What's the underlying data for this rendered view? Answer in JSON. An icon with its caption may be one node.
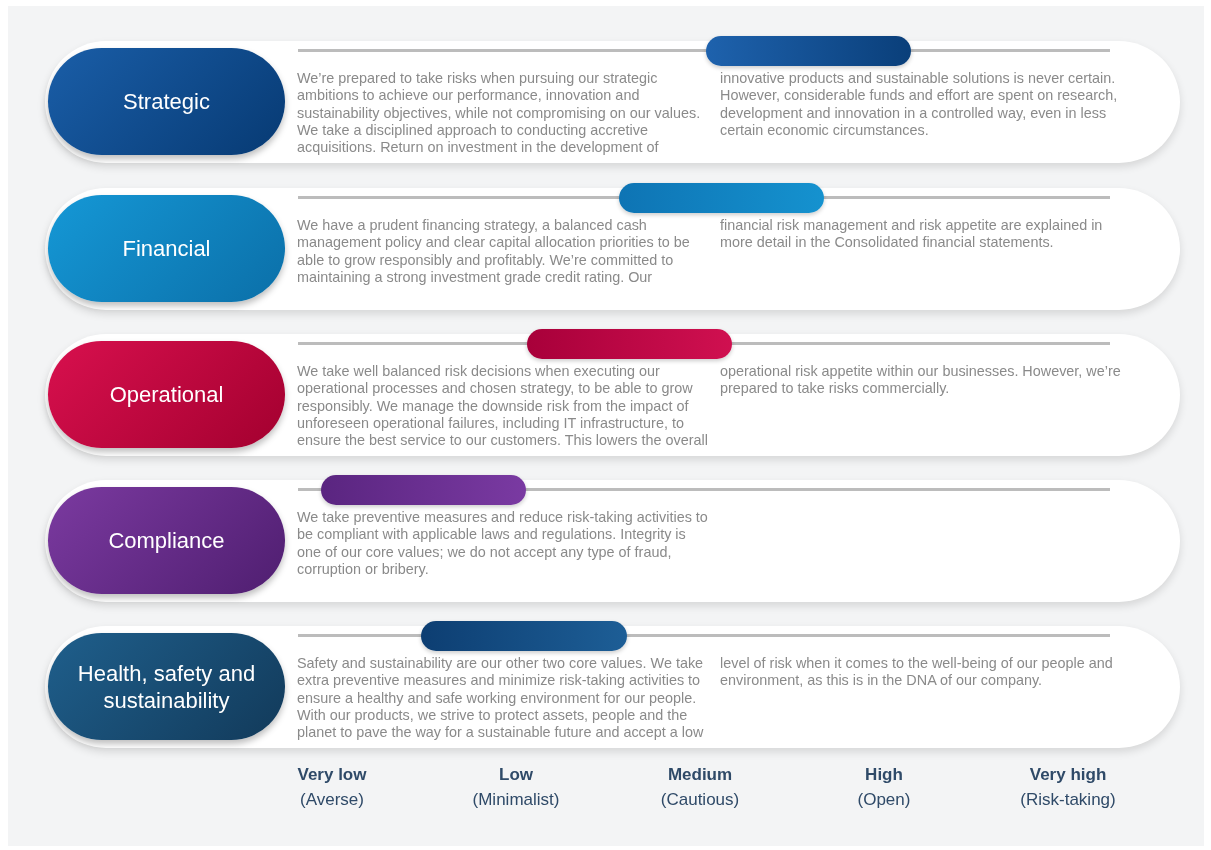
{
  "diagram": {
    "nodes": [
      {
        "text": [
          "We’re prepared to take risks when pursuing our strategic ambitions to achieve our performance, innovation and sustainability objectives, while not compromising on our values. We take a disciplined approach to conducting accretive acquisitions. Return on investment in the development of innovative products and sustainable solutions is never certain. However, considerable funds and effort are spent on research, development and innovation in a controlled way, even in less certain economic circumstances."
        ]
      },
      {
        "text": [
          "Strategic"
        ],
        "in": 0
      },
      {
        "text": [],
        "shape": "bar",
        "in": 0
      },
      {
        "text": [
          "We have a prudent financing strategy, a balanced cash management policy and clear capital allocation priorities to be able to grow responsibly and profitably. We’re committed to maintaining a strong investment grade credit rating. Our financial risk management and risk appetite are explained in more detail in the Consolidated financial statements."
        ]
      },
      {
        "text": [
          "Financial"
        ],
        "in": 3
      },
      {
        "text": [],
        "shape": "bar",
        "in": 3
      },
      {
        "text": [
          "We take well balanced risk decisions when executing our operational processes and chosen strategy, to be able to grow responsibly. We manage the downside risk from the impact of unforeseen operational failures, including IT infrastructure, to ensure the best service to our customers. This lowers the overall operational risk appetite within our businesses. However, we’re prepared to take risks commercially."
        ]
      },
      {
        "text": [
          "Operational"
        ],
        "in": 6
      },
      {
        "text": [],
        "shape": "bar",
        "in": 6
      },
      {
        "text": [
          "We take preventive measures and reduce risk-taking activities to be compliant with applicable laws and regulations. Integrity is one of our core values; we do not accept any type of fraud, corruption or bribery."
        ]
      },
      {
        "text": [
          "Compliance"
        ],
        "in": 9
      },
      {
        "text": [],
        "shape": "bar",
        "in": 9
      },
      {
        "text": [
          "Safety and sustainability are our other two core values. We take extra preventive measures and minimize risk-taking activities to ensure a healthy and safe working environment for our people. With our products, we strive to protect assets, people and the planet to pave the way for a sustainable future and accept a low level of risk when it comes to the well-being of our people and environment, as this is in the DNA of our company."
        ]
      },
      {
        "text": [
          "Health, safety and sustainability"
        ],
        "in": 12
      },
      {
        "text": [],
        "shape": "bar",
        "in": 12
      }
    ],
    "labels": [
      "Very low",
      "(Averse)",
      "Low",
      "(Minimalist)",
      "Medium",
      "(Cautious)",
      "High",
      "(Open)",
      "Very high",
      "(Risk-taking)"
    ]
  }
}
